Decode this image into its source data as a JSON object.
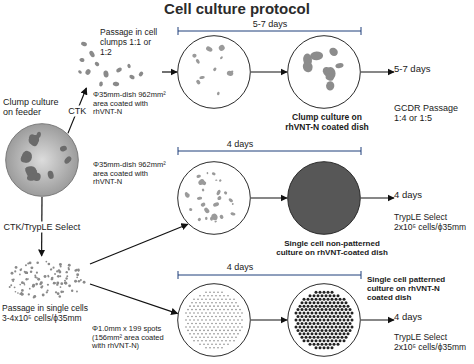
{
  "diagram": {
    "title": "Cell culture protocol",
    "nodes": [
      {
        "text": [
          "Clump culture on feeder"
        ]
      },
      {
        "text": [
          "Passage in cell clumps 1:1 or 1:2"
        ]
      },
      {
        "text": [
          "Φ35mm-dish 962mm² area coated with rhVNT-N"
        ]
      },
      {
        "text": [
          "Clump culture on rhVNT-N coated dish"
        ]
      },
      {
        "text": [
          "5-7 days",
          "GCDR Passage 1:4 or 1:5"
        ]
      },
      {
        "text": [
          "Passage in single cells 3-4x10⁵ cells/ϕ35mm"
        ]
      },
      {
        "text": [
          "Φ35mm-dish 962mm² area coated with rhVNT-N"
        ]
      },
      {
        "text": [
          "Single cell non-patterned culture on rhVNT-coated dish"
        ]
      },
      {
        "text": [
          "4 days",
          "TrypLE Select 2x10⁵ cells/ϕ35mm"
        ]
      },
      {
        "text": [
          "Φ1.0mm x 199 spots (156mm² area coated with rhVNT-N)"
        ]
      },
      {
        "text": [
          "Single cell patterned culture on rhVNT-N coated dish"
        ]
      },
      {
        "text": [
          "4 days",
          "TrypLE Select 2x10⁵ cells/ϕ35mm"
        ]
      }
    ],
    "edges": [
      {
        "from": 0,
        "to": 1,
        "arrow": "to",
        "label": "CTK"
      },
      {
        "from": 1,
        "to": 2,
        "arrow": "to"
      },
      {
        "from": 2,
        "to": 3,
        "arrow": "to"
      },
      {
        "from": 3,
        "to": 4,
        "arrow": "to"
      },
      {
        "from": 0,
        "to": 5,
        "arrow": "to",
        "label": "CTK/TrypLE Select"
      },
      {
        "from": 5,
        "to": 6,
        "arrow": "to"
      },
      {
        "from": 6,
        "to": 7,
        "arrow": "to"
      },
      {
        "from": 7,
        "to": 8,
        "arrow": "to"
      },
      {
        "from": 5,
        "to": 9,
        "arrow": "to"
      },
      {
        "from": 9,
        "to": 10,
        "arrow": "to"
      },
      {
        "from": 10,
        "to": 11,
        "arrow": "to"
      }
    ],
    "labels": [
      "5-7 days",
      "4 days",
      "4 days"
    ]
  }
}
